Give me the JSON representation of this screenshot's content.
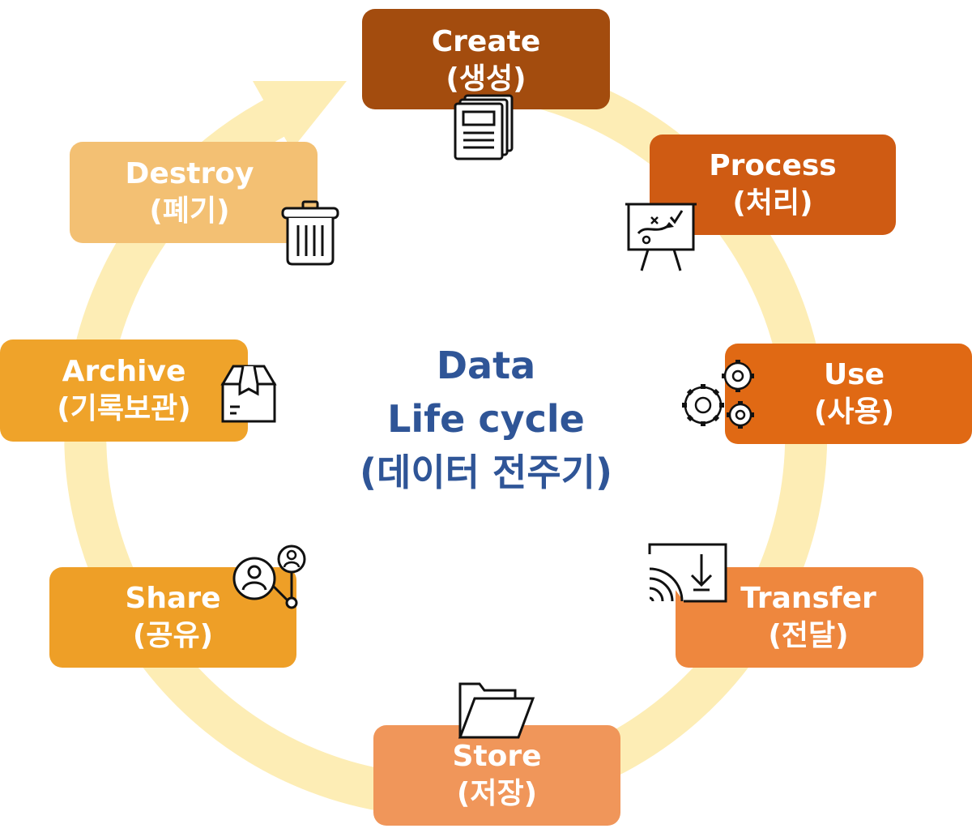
{
  "center": {
    "line1": "Data",
    "line2": "Life cycle",
    "line3": "(데이터 전주기)"
  },
  "stages": {
    "create": {
      "en": "Create",
      "ko": "(생성)"
    },
    "process": {
      "en": "Process",
      "ko": "(처리)"
    },
    "use": {
      "en": "Use",
      "ko": "(사용)"
    },
    "transfer": {
      "en": "Transfer",
      "ko": "(전달)"
    },
    "store": {
      "en": "Store",
      "ko": "(저장)"
    },
    "share": {
      "en": "Share",
      "ko": "(공유)"
    },
    "archive": {
      "en": "Archive",
      "ko": "(기록보관)"
    },
    "destroy": {
      "en": "Destroy",
      "ko": "(폐기)"
    }
  },
  "icons": {
    "create": "document-stack-icon",
    "process": "presentation-board-icon",
    "use": "gears-icon",
    "transfer": "cast-download-icon",
    "store": "open-folder-icon",
    "share": "user-network-icon",
    "archive": "package-box-icon",
    "destroy": "trash-bin-icon"
  },
  "colors": {
    "ring": "#fdedb5",
    "title": "#2f5597",
    "create": "#a34c0e",
    "process": "#cf5b13",
    "use": "#e06914",
    "transfer": "#ee873e",
    "store": "#f0965a",
    "share": "#ee9f27",
    "archive": "#efa32a",
    "destroy": "#f3c073"
  }
}
